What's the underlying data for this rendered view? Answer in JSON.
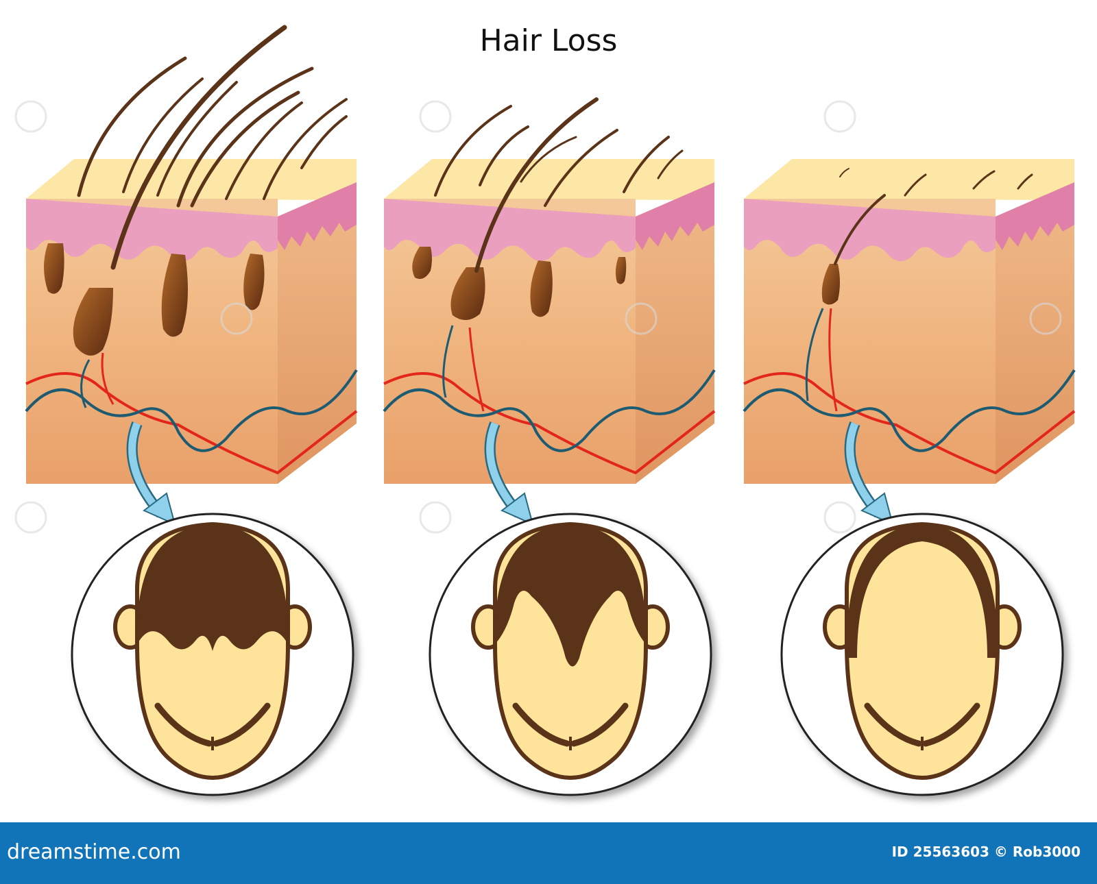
{
  "title": "Hair Loss",
  "footer": {
    "brand": "dreamstime.com",
    "credit": "ID 25563603 © Rob3000"
  },
  "watermark": "dreamstime",
  "colors": {
    "fat": "#efb37e",
    "dermis": "#e99bbb",
    "surface": "#fde7a6",
    "hair": "#5a3318",
    "artery": "#e2261b",
    "vein": "#1c5b72",
    "arrow": "#8fd0ea",
    "scalp": "#fde49a",
    "footer": "#1173b8"
  }
}
